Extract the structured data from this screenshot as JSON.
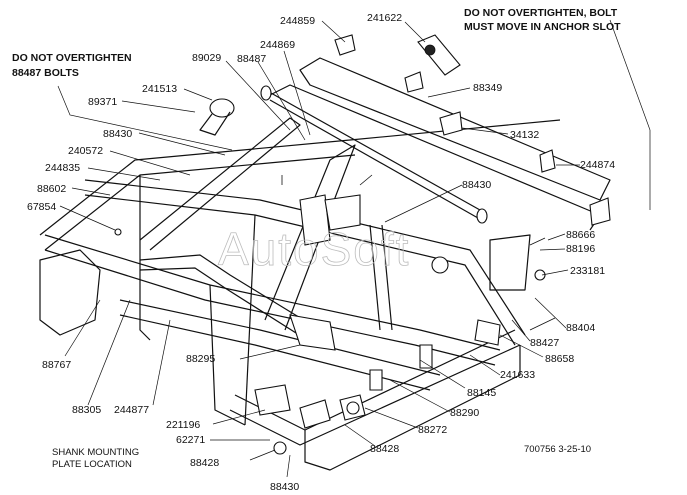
{
  "notes": {
    "overtighten_left": [
      "DO NOT OVERTIGHTEN",
      "88487 BOLTS"
    ],
    "overtighten_right": [
      "DO NOT OVERTIGHTEN, BOLT",
      "MUST MOVE IN ANCHOR SLOT"
    ],
    "shank_mounting": [
      "SHANK MOUNTING",
      "PLATE LOCATION"
    ]
  },
  "drawing_id": "700756  3-25-10",
  "watermark": "AutoSoft",
  "part_labels": {
    "p244859": "244859",
    "p241622": "241622",
    "p89029": "89029",
    "p88487": "88487",
    "p244869": "244869",
    "p88349": "88349",
    "p241513": "241513",
    "p89371": "89371",
    "p34132": "34132",
    "p88430_top": "88430",
    "p240572": "240572",
    "p244835": "244835",
    "p244874": "244874",
    "p88430_mid": "88430",
    "p88602": "88602",
    "p67854": "67854",
    "p88666": "88666",
    "p88196": "88196",
    "p233181": "233181",
    "p88404": "88404",
    "p88427": "88427",
    "p88658": "88658",
    "p88767": "88767",
    "p88295": "88295",
    "p241633": "241633",
    "p88145": "88145",
    "p88305": "88305",
    "p244877": "244877",
    "p88290": "88290",
    "p221196": "221196",
    "p88272": "88272",
    "p62271": "62271",
    "p88428_right": "88428",
    "p88428_left": "88428",
    "p88430_bottom": "88430"
  }
}
